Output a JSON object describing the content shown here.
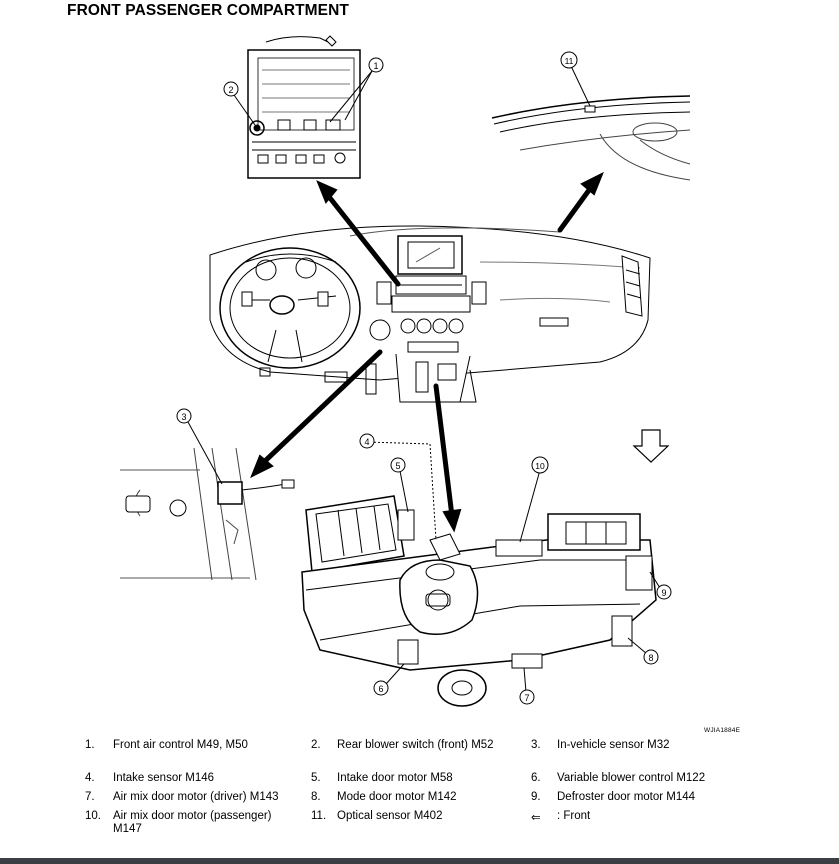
{
  "title": "FRONT PASSENGER COMPARTMENT",
  "figure_code": "WJIA1884E",
  "callouts": [
    "1",
    "2",
    "3",
    "4",
    "5",
    "6",
    "7",
    "8",
    "9",
    "10",
    "11"
  ],
  "legend": [
    {
      "num": "1.",
      "text": "Front air control M49, M50"
    },
    {
      "num": "2.",
      "text": "Rear blower switch (front) M52"
    },
    {
      "num": "3.",
      "text": "In-vehicle sensor M32"
    },
    {
      "num": "4.",
      "text": "Intake sensor M146"
    },
    {
      "num": "5.",
      "text": "Intake door motor M58"
    },
    {
      "num": "6.",
      "text": "Variable blower control M122"
    },
    {
      "num": "7.",
      "text": "Air mix door motor (driver) M143"
    },
    {
      "num": "8.",
      "text": "Mode door motor M142"
    },
    {
      "num": "9.",
      "text": "Defroster door motor M144"
    },
    {
      "num": "10.",
      "text": "Air mix door motor (passenger) M147"
    },
    {
      "num": "11.",
      "text": "Optical sensor M402"
    },
    {
      "num": "⇐",
      "text": ": Front"
    }
  ]
}
